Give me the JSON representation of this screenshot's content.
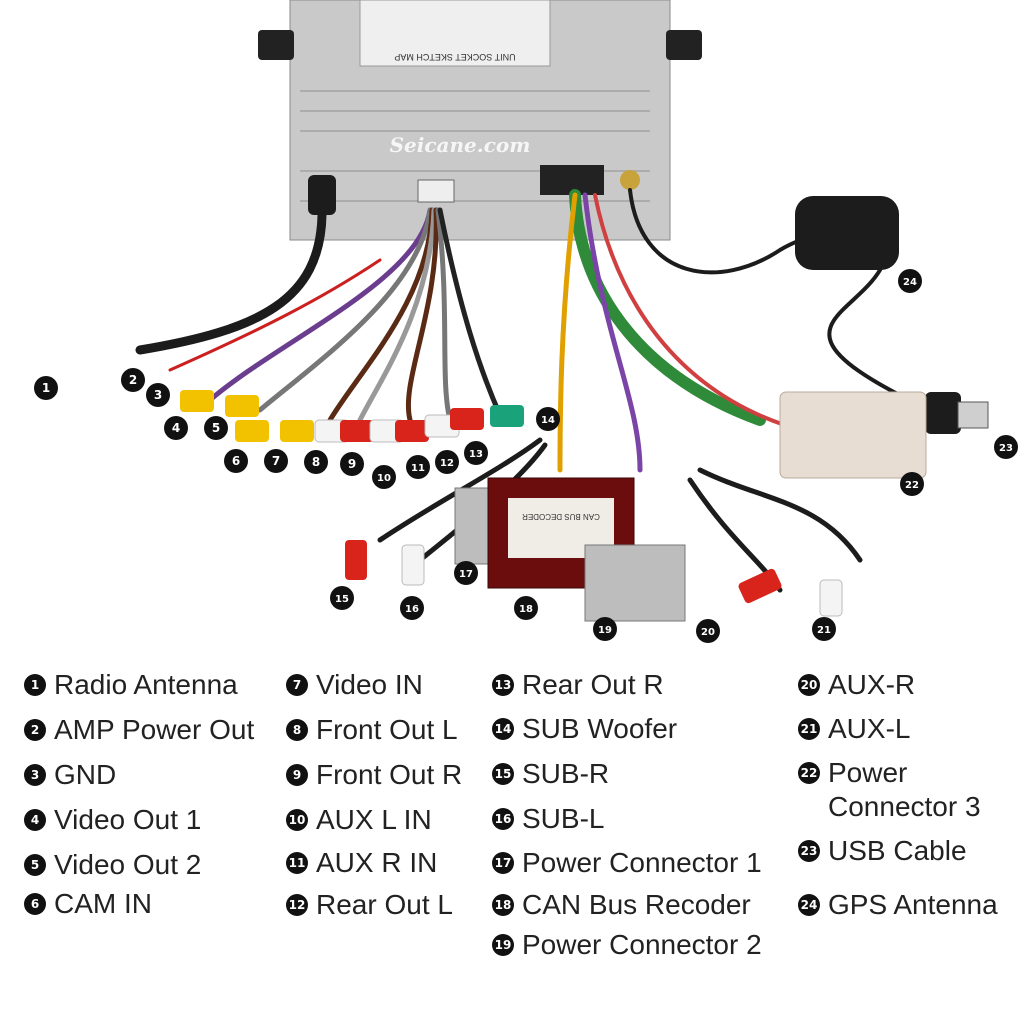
{
  "photo": {
    "top_label": "UNIT SOCKET SKETCH MAP",
    "watermark": "Seicane.com",
    "decoder_text": "CAN BUS DECODER",
    "colors": {
      "chassis": "#c9c9c9",
      "chassis_dark": "#9a9a9a",
      "rca_yellow": "#f2c200",
      "rca_red": "#d9241c",
      "rca_white": "#f4f4f4",
      "rca_green": "#1aa37a",
      "cable_black": "#1c1c1c",
      "connector_beige": "#e8ddd3",
      "decoder_red": "#6b0d0d"
    }
  },
  "legend": {
    "items": [
      {
        "num": "1",
        "label": "Radio Antenna"
      },
      {
        "num": "2",
        "label": "AMP Power Out"
      },
      {
        "num": "3",
        "label": "GND"
      },
      {
        "num": "4",
        "label": "Video Out 1"
      },
      {
        "num": "5",
        "label": "Video Out 2"
      },
      {
        "num": "6",
        "label": "CAM IN"
      },
      {
        "num": "7",
        "label": "Video IN"
      },
      {
        "num": "8",
        "label": "Front Out L"
      },
      {
        "num": "9",
        "label": "Front Out R"
      },
      {
        "num": "10",
        "label": "AUX L IN"
      },
      {
        "num": "11",
        "label": "AUX R IN"
      },
      {
        "num": "12",
        "label": "Rear Out L"
      },
      {
        "num": "13",
        "label": "Rear Out R"
      },
      {
        "num": "14",
        "label": "SUB Woofer"
      },
      {
        "num": "15",
        "label": "SUB-R"
      },
      {
        "num": "16",
        "label": "SUB-L"
      },
      {
        "num": "17",
        "label": "Power Connector 1"
      },
      {
        "num": "18",
        "label": "CAN Bus Recoder"
      },
      {
        "num": "19",
        "label": "Power Connector 2"
      },
      {
        "num": "20",
        "label": "AUX-R"
      },
      {
        "num": "21",
        "label": "AUX-L"
      },
      {
        "num": "22",
        "label": "Power Connector 3"
      },
      {
        "num": "23",
        "label": "USB Cable"
      },
      {
        "num": "24",
        "label": "GPS Antenna"
      }
    ]
  }
}
